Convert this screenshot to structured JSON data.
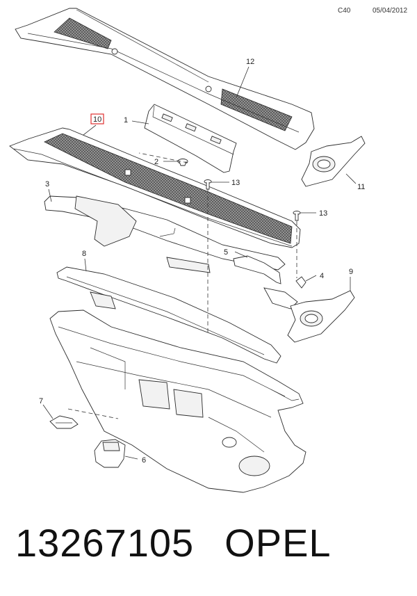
{
  "header": {
    "code": "C40",
    "date": "05/04/2012"
  },
  "callouts": {
    "c1": "1",
    "c2": "2",
    "c3": "3",
    "c4": "4",
    "c5": "5",
    "c6": "6",
    "c7": "7",
    "c8": "8",
    "c9": "9",
    "c10": "10",
    "c11": "11",
    "c12": "12",
    "c13a": "13",
    "c13b": "13"
  },
  "highlight_color": "#e03030",
  "footer": {
    "part_number": "13267105",
    "brand": "OPEL"
  }
}
